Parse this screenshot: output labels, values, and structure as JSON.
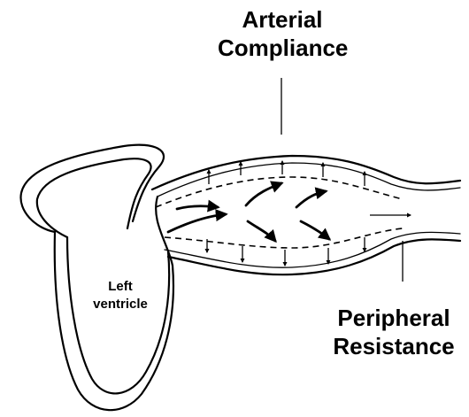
{
  "labels": {
    "compliance_line1": "Arterial",
    "compliance_line2": "Compliance",
    "resistance_line1": "Peripheral",
    "resistance_line2": "Resistance",
    "ventricle_line1": "Left",
    "ventricle_line2": "ventricle"
  }
}
